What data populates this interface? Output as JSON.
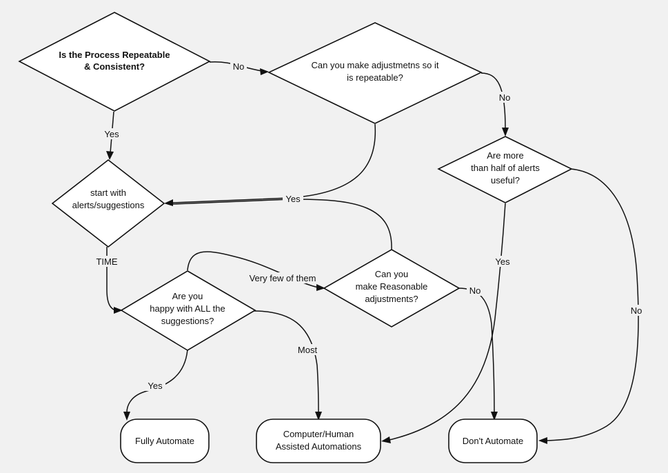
{
  "nodes": {
    "repeatable": {
      "lines": [
        "Is the Process Repeatable",
        "& Consistent?"
      ]
    },
    "adjust_repeatable": {
      "lines": [
        "Can you make adjustmetns so it",
        "is repeatable?"
      ]
    },
    "half_useful": {
      "lines": [
        "Are more",
        "than half of alerts",
        "useful?"
      ]
    },
    "start_alerts": {
      "lines": [
        "start with",
        "alerts/suggestions"
      ]
    },
    "reasonable": {
      "lines": [
        "Can you",
        "make Reasonable",
        "adjustments?"
      ]
    },
    "happy": {
      "lines": [
        "Are you",
        "happy with ALL the",
        "suggestions?"
      ]
    },
    "fully": {
      "lines": [
        "Fully Automate"
      ]
    },
    "assisted": {
      "lines": [
        "Computer/Human",
        "Assisted Automations"
      ]
    },
    "dont": {
      "lines": [
        "Don't Automate"
      ]
    }
  },
  "edge_labels": {
    "repeatable_no": "No",
    "repeatable_yes": "Yes",
    "adjust_no": "No",
    "adjust_yes": "Yes",
    "start_time": "TIME",
    "happy_very_few": "Very few of them",
    "happy_most": "Most",
    "happy_yes": "Yes",
    "reasonable_no": "No",
    "half_yes": "Yes",
    "half_no": "No"
  }
}
